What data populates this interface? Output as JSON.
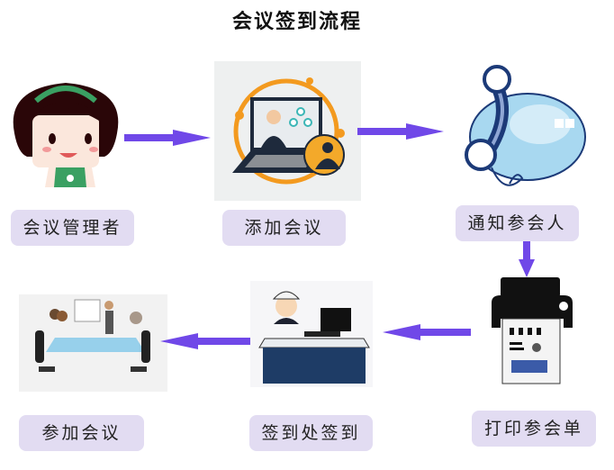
{
  "title": "会议签到流程",
  "steps": [
    {
      "label": "会议管理者",
      "icon": "manager-girl-icon"
    },
    {
      "label": "添加会议",
      "icon": "video-conference-laptop-icon"
    },
    {
      "label": "通知参会人",
      "icon": "telephone-handset-icon"
    },
    {
      "label": "打印参会单",
      "icon": "printer-ticket-icon"
    },
    {
      "label": "签到处签到",
      "icon": "reception-desk-icon"
    },
    {
      "label": "参加会议",
      "icon": "meeting-table-icon"
    }
  ],
  "colors": {
    "arrow": "#7048e8",
    "label_bg": "#e2dcf2"
  }
}
